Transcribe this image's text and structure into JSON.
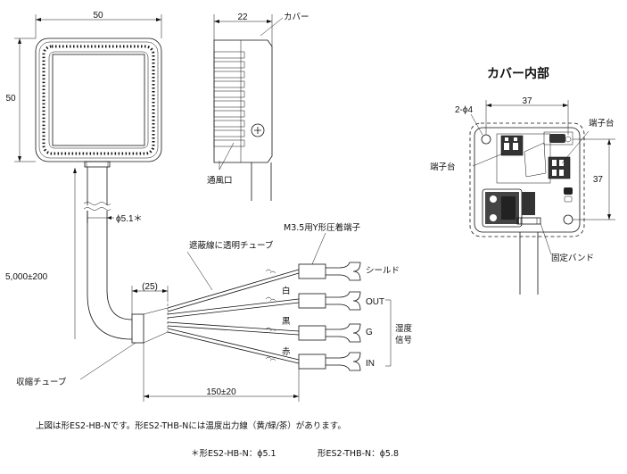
{
  "front_view": {
    "width_dim": "50",
    "height_dim": "50",
    "cable_length": "5,000±200",
    "cable_diameter": "ϕ5.1＊",
    "sleeve_length": "(25)",
    "wire_length": "150±20",
    "shrink_tube_label": "収縮チューブ",
    "shield_tube_label": "遮蔽線に透明チューブ",
    "terminal_label": "M3.5用Y形圧着端子"
  },
  "wires": [
    {
      "color_label": "",
      "name": "シールド"
    },
    {
      "color_label": "白",
      "name": "OUT"
    },
    {
      "color_label": "黒",
      "name": "G"
    },
    {
      "color_label": "赤",
      "name": "IN"
    }
  ],
  "signal_group_label": [
    "湿度",
    "信号"
  ],
  "side_view": {
    "depth_dim": "22",
    "cover_label": "カバー",
    "vent_label": "通風口"
  },
  "cover_inside": {
    "title": "カバー内部",
    "width_dim": "37",
    "height_dim": "37",
    "hole_label": "2-ϕ4",
    "terminal_block_label_1": "端子台",
    "terminal_block_label_2": "端子台",
    "band_label": "固定バンド"
  },
  "notes": {
    "line1": "上図は形ES2-HB-Nです。形ES2-THB-Nには温度出力線（黄/緑/茶）があります。",
    "line2a": "＊形ES2-HB-N：ϕ5.1",
    "line2b": "形ES2-THB-N：ϕ5.8"
  }
}
